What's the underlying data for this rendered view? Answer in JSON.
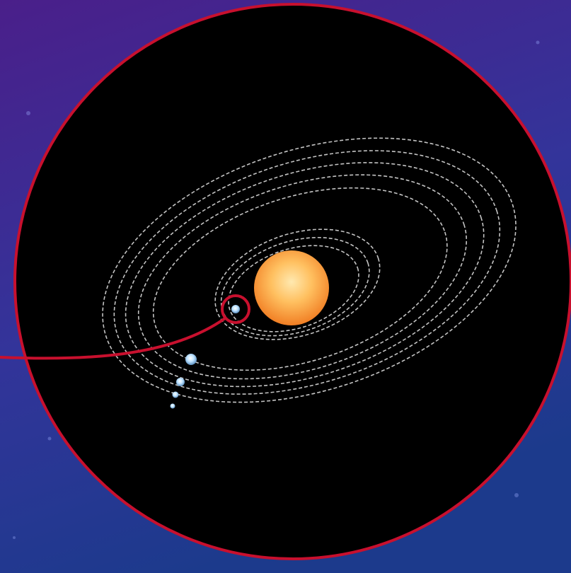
{
  "scene": {
    "subject": "star-system-diagram",
    "orbit_count": 8,
    "planet_count": 5,
    "highlighted_planet_index": 0
  },
  "colors": {
    "background_top": "#4a1f8a",
    "background_bottom": "#1c3a8c",
    "disc": "#000000",
    "disc_border": "#c8102e",
    "orbit_line": "#d9d9d9",
    "star_core": "#ffe3a0",
    "star_edge": "#f07a20",
    "planet": "#bfe3ff",
    "highlight_ring": "#c8102e",
    "pointer_line": "#c8102e"
  }
}
